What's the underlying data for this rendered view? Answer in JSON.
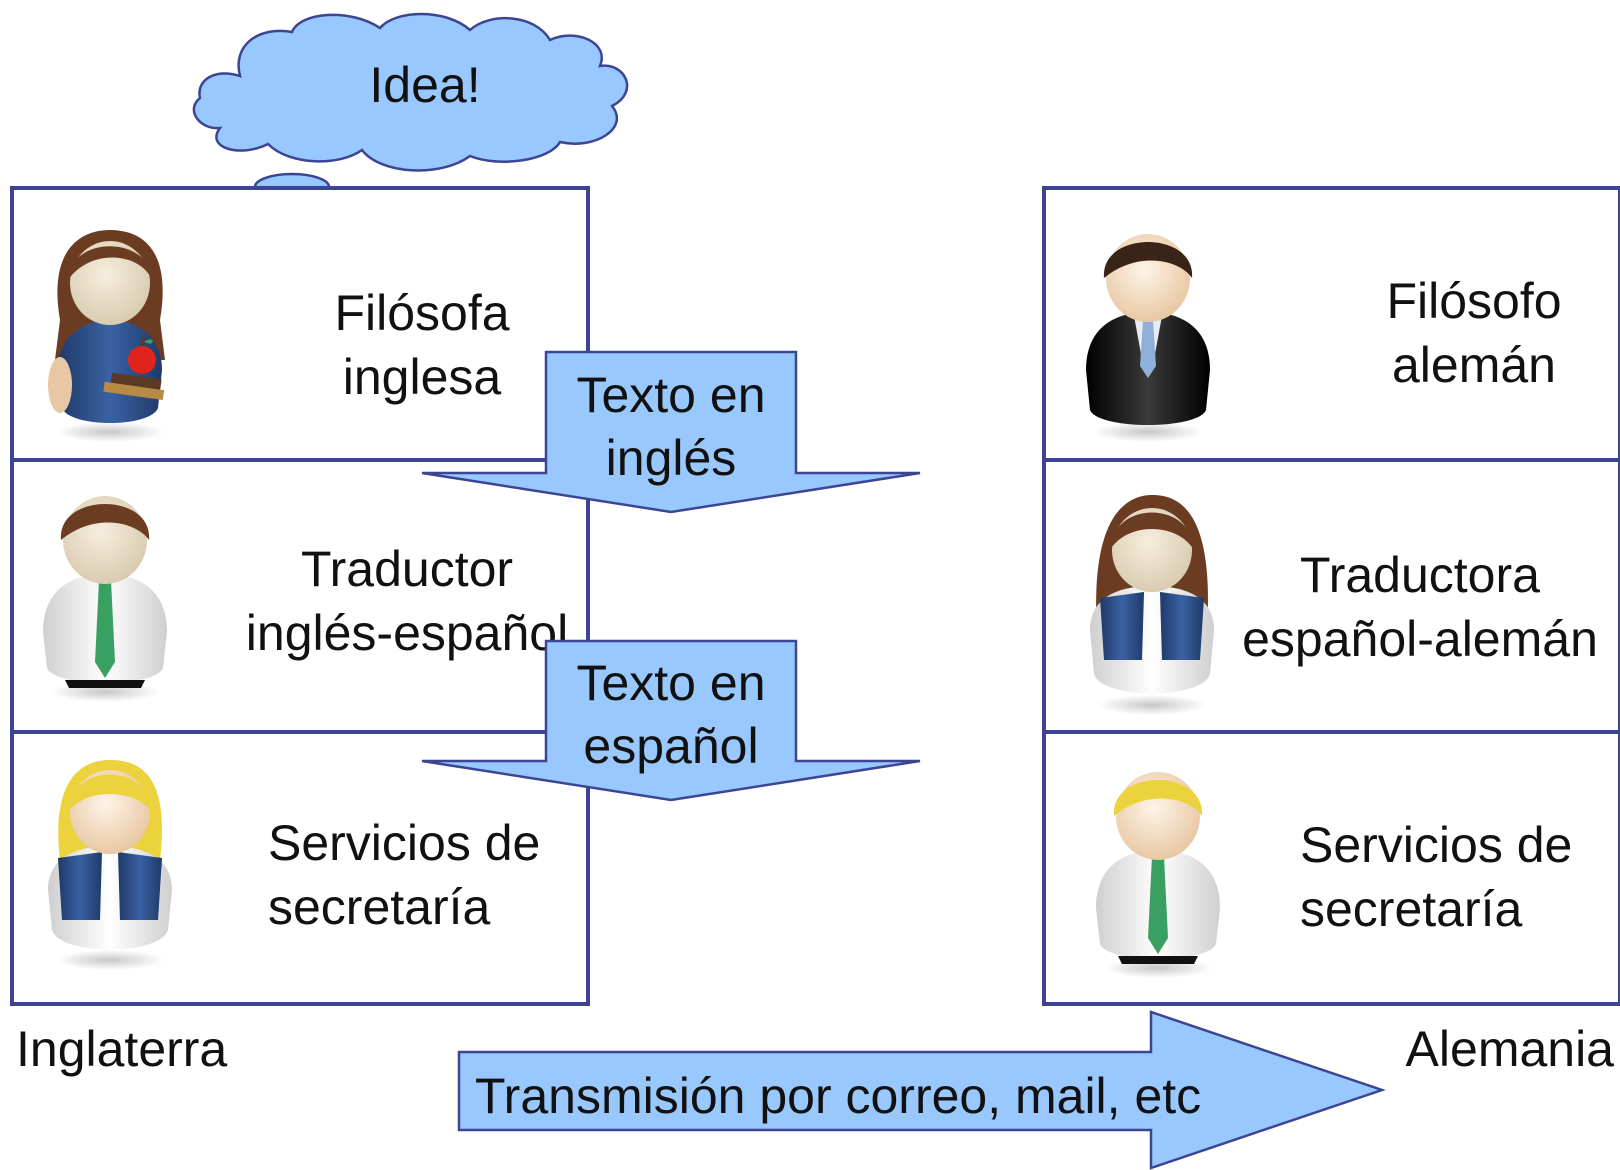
{
  "thought_bubble": {
    "text": "Idea!"
  },
  "england": {
    "country_label": "Inglaterra",
    "roles": [
      {
        "line1": "Filósofa",
        "line2": "inglesa",
        "figure": "woman-teacher-icon"
      },
      {
        "line1": "Traductor",
        "line2": "inglés-español",
        "figure": "man-green-tie-icon"
      },
      {
        "line1": "Servicios de",
        "line2": "secretaría",
        "figure": "blonde-woman-vest-icon"
      }
    ]
  },
  "germany": {
    "country_label": "Alemania",
    "roles": [
      {
        "line1": "Filósofo",
        "line2": "alemán",
        "figure": "man-black-suit-icon"
      },
      {
        "line1": "Traductora",
        "line2": "español-alemán",
        "figure": "brunette-woman-vest-icon"
      },
      {
        "line1": "Servicios de",
        "line2": "secretaría",
        "figure": "blonde-man-green-tie-icon"
      }
    ]
  },
  "arrows": {
    "english_text": {
      "line1": "Texto en",
      "line2": "inglés"
    },
    "spanish_text": {
      "line1": "Texto en",
      "line2": "español"
    },
    "transmission": "Transmisión por correo, mail, etc"
  },
  "colors": {
    "shape_fill": "#99c8ff",
    "outline": "#3b4594",
    "skin": "#f0d3b4",
    "hair_brown": "#6b3c22",
    "hair_blonde": "#ecd23c",
    "navy": "#2c4f8a",
    "tie_green": "#3aa061"
  }
}
